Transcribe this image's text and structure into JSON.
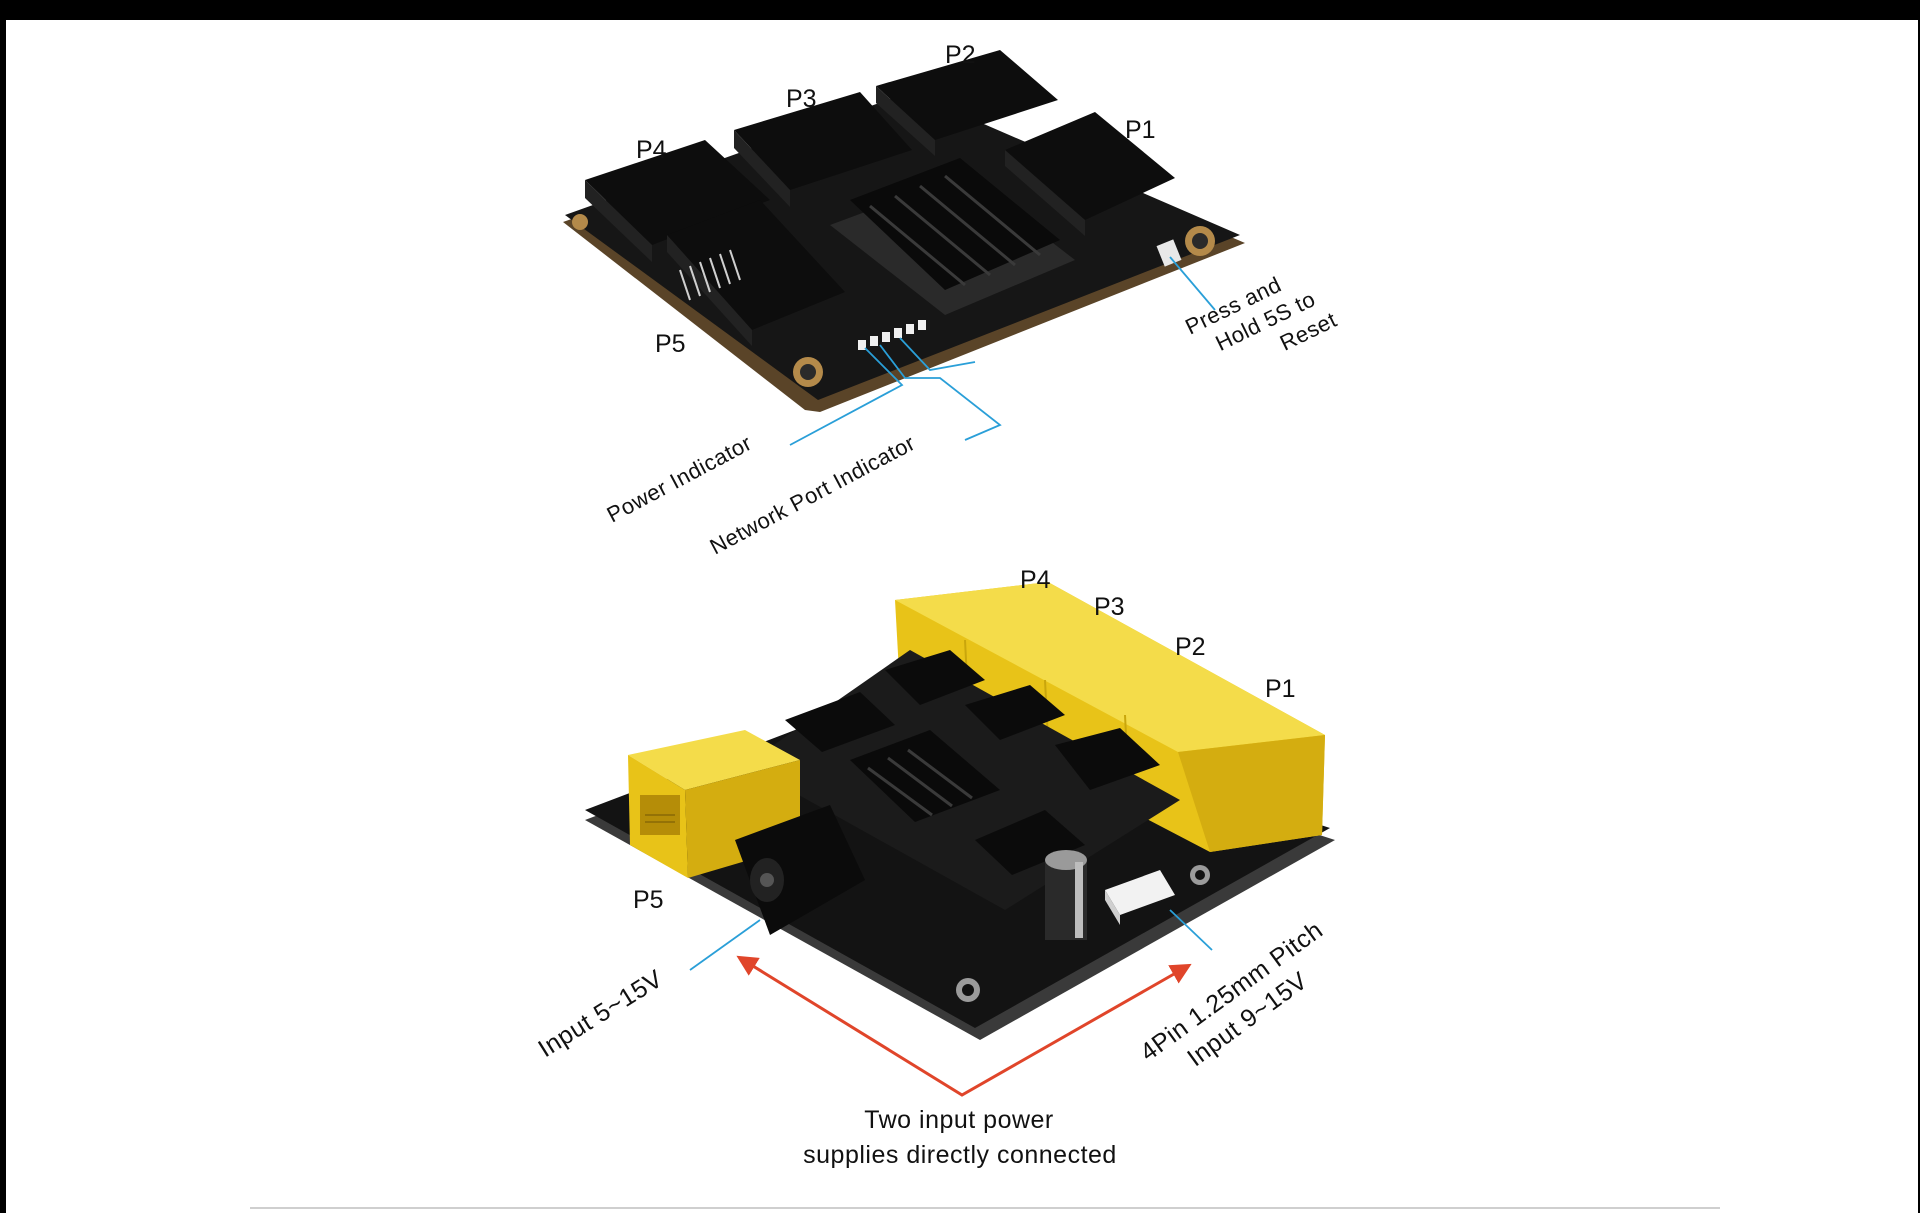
{
  "top_board": {
    "port_labels": {
      "p1": "P1",
      "p2": "P2",
      "p3": "P3",
      "p4": "P4",
      "p5": "P5"
    },
    "reset_label_lines": [
      "Press and",
      "Hold 5S to",
      "Reset"
    ],
    "power_indicator_label": "Power Indicator",
    "network_indicator_label": "Network Port Indicator"
  },
  "bottom_board": {
    "port_labels": {
      "p1": "P1",
      "p2": "P2",
      "p3": "P3",
      "p4": "P4",
      "p5": "P5"
    },
    "dc_input_label": "Input 5~15V",
    "pin_header_label_lines": [
      "4Pin 1.25mm Pitch",
      "Input 9~15V"
    ],
    "power_note_lines": [
      "Two input power",
      "supplies directly connected"
    ]
  },
  "colors": {
    "callout_line": "#2a9fd8",
    "arrow": "#e0452a",
    "rj45_yellow": "#f2d21f",
    "pcb_black": "#141414"
  }
}
